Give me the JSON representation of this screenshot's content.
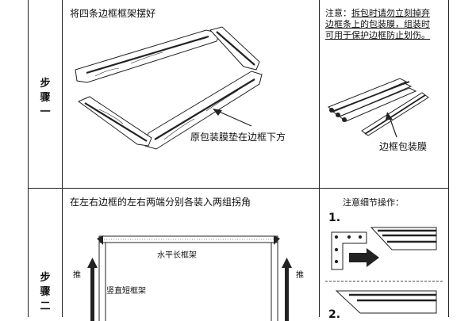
{
  "step1": {
    "label_chars": [
      "步",
      "骤",
      "一"
    ],
    "instruction": "将四条边框框架摆好",
    "note_prefix": "注意：",
    "note_line1_rest": "拆包时请勿立刻掉弃",
    "note_line2": "边框条上的包装膜，组装时",
    "note_line3": "可用于保护边框防止划伤。",
    "callout_left": "原包装膜垫在边框下方",
    "callout_right": "边框包装膜"
  },
  "step2": {
    "label_chars": [
      "步",
      "骤",
      "二"
    ],
    "instruction": "在左右边框的左右两端分别各装入两组拐角",
    "detail_title": "注意细节操作：",
    "detail_number_1": "1.",
    "detail_number_2": "2.",
    "top_frame_label": "水平长框架",
    "side_frame_label": "竖直短框架",
    "push_left": "推",
    "push_right": "推"
  }
}
